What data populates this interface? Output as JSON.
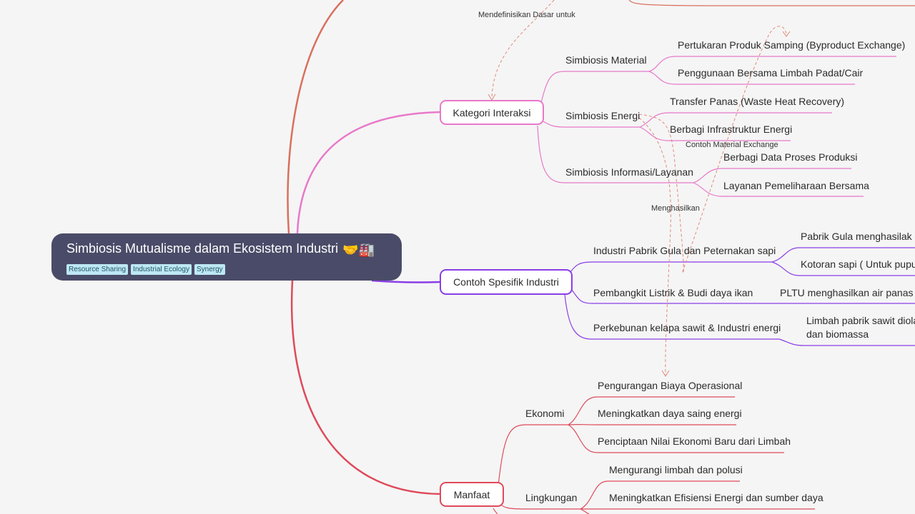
{
  "root": {
    "title": "Simbiosis Mutualisme dalam Ekosistem Industri",
    "emoji": "🤝🏭",
    "tags": [
      "Resource Sharing",
      "Industrial Ecology",
      "Synergy"
    ]
  },
  "branches": {
    "kategori": {
      "label": "Kategori Interaksi",
      "material": {
        "label": "Simbiosis Material",
        "items": [
          "Pertukaran Produk Samping (Byproduct Exchange)",
          "Penggunaan Bersama Limbah Padat/Cair"
        ]
      },
      "energi": {
        "label": "Simbiosis Energi",
        "items": [
          "Transfer Panas (Waste Heat Recovery)",
          "Berbagi Infrastruktur Energi"
        ]
      },
      "informasi": {
        "label": "Simbiosis Informasi/Layanan",
        "items": [
          "Berbagi Data Proses Produksi",
          "Layanan Pemeliharaan Bersama"
        ]
      }
    },
    "contoh": {
      "label": "Contoh Spesifik Industri",
      "gula": {
        "label": "Industri Pabrik Gula dan Peternakan sapi",
        "items": [
          "Pabrik Gula menghasilak ar",
          "Kotoran sapi  ( Untuk pupu"
        ]
      },
      "pembangkit": {
        "label": "Pembangkit Listrik & Budi daya ikan",
        "items": [
          "PLTU menghasilkan air panas un"
        ]
      },
      "sawit": {
        "label": "Perkebunan kelapa sawit & Industri energi",
        "items": [
          "Limbah pabrik sawit diola",
          "dan biomassa"
        ]
      }
    },
    "manfaat": {
      "label": "Manfaat",
      "ekonomi": {
        "label": "Ekonomi",
        "items": [
          "Pengurangan Biaya Operasional",
          "Meningkatkan daya saing energi",
          "Penciptaan Nilai Ekonomi Baru dari Limbah"
        ]
      },
      "lingkungan": {
        "label": "Lingkungan",
        "items": [
          "Mengurangi limbah dan polusi",
          "Meningkatkan Efisiensi Energi dan sumber daya"
        ]
      }
    }
  },
  "relationships": {
    "r1": "Mendefinisikan Dasar untuk",
    "r2": "Contoh Material Exchange",
    "r3": "Menghasilkan"
  },
  "colors": {
    "background": "#f5f5f5",
    "root": "#4a4b68",
    "kategori": "#e879c9",
    "contoh": "#8a3ee6",
    "manfaat": "#df4a5a",
    "top_branch": "#d9705e",
    "relationship": "#e08a7a"
  }
}
